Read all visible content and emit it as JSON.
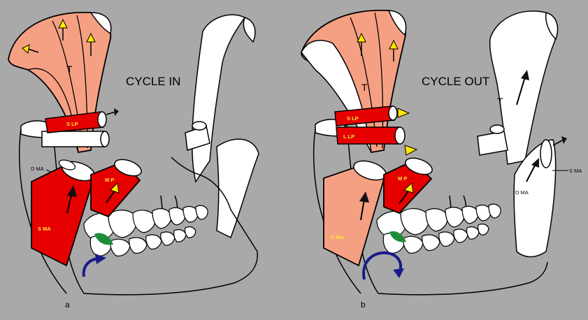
{
  "panels": [
    {
      "id": "a",
      "letter": "a",
      "title": "CYCLE IN",
      "labels": {
        "temporalis": "T",
        "superior_lateral_pterygoid": "S LP",
        "deep_masseter": "D MA",
        "medial_pterygoid": "M P",
        "superficial_masseter": "S MA"
      }
    },
    {
      "id": "b",
      "letter": "b",
      "title": "CYCLE OUT",
      "labels": {
        "temporalis_left": "T",
        "temporalis_right": "T",
        "superior_lateral_pterygoid": "S LP",
        "inferior_lateral_pterygoid": "L LP",
        "medial_pterygoid": "M P",
        "superficial_masseter": "S MA",
        "deep_masseter": "D MA",
        "superficial_masseter_right": "S MA"
      }
    }
  ],
  "colors": {
    "background": "#a9a9a9",
    "muscle_salmon": "#f5a083",
    "muscle_red": "#e60000",
    "outline": "#000000",
    "bone_white": "#ffffff",
    "arrow_yellow": "#ffe800",
    "arrow_black": "#111111",
    "rotation_arrow": "#1a1a8c",
    "food_bolus": "#1f8c3a"
  }
}
